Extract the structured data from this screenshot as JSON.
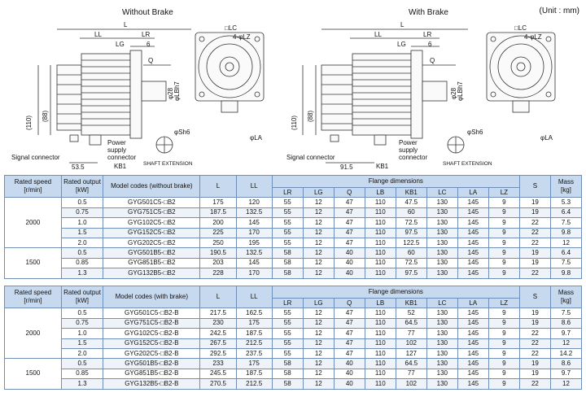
{
  "unit_note": "(Unit : mm)",
  "drawings": {
    "left_title": "Without Brake",
    "right_title": "With Brake",
    "labels": {
      "L": "L",
      "LL": "LL",
      "LR": "LR",
      "LG": "LG",
      "six": "6",
      "Q": "Q",
      "KB1": "KB1",
      "LC": "□LC",
      "LZ": "4-φLZ",
      "S": "φS",
      "LB": "φLBh7",
      "LA": "φLA",
      "S_shaft": "φSh6",
      "h110": "(110)",
      "h88": "(88)",
      "signal": "Signal connector",
      "power": [
        "Power",
        "supply",
        "connector"
      ],
      "shaft_ext": "SHAFT EXTENSION",
      "dim_left": "53.5",
      "dim_right": "91.5",
      "d28": "φ28"
    }
  },
  "table1": {
    "headers": {
      "rated_speed": [
        "Rated speed",
        "[r/min]"
      ],
      "rated_output": [
        "Rated output",
        "[kW]"
      ],
      "model": "Model codes (without brake)",
      "L": "L",
      "LL": "LL",
      "flange": "Flange dimensions",
      "S": "S",
      "mass": [
        "Mass",
        "[kg]"
      ],
      "flange_cols": [
        "LR",
        "LG",
        "Q",
        "LB",
        "KB1",
        "LC",
        "LA",
        "LZ"
      ]
    },
    "groups": [
      {
        "speed": "2000",
        "rows": [
          [
            "0.5",
            "GYG501C5-□B2",
            "175",
            "120",
            "55",
            "12",
            "47",
            "110",
            "47.5",
            "130",
            "145",
            "9",
            "19",
            "5.3"
          ],
          [
            "0.75",
            "GYG751C5-□B2",
            "187.5",
            "132.5",
            "55",
            "12",
            "47",
            "110",
            "60",
            "130",
            "145",
            "9",
            "19",
            "6.4"
          ],
          [
            "1.0",
            "GYG102C5-□B2",
            "200",
            "145",
            "55",
            "12",
            "47",
            "110",
            "72.5",
            "130",
            "145",
            "9",
            "22",
            "7.5"
          ],
          [
            "1.5",
            "GYG152C5-□B2",
            "225",
            "170",
            "55",
            "12",
            "47",
            "110",
            "97.5",
            "130",
            "145",
            "9",
            "22",
            "9.8"
          ],
          [
            "2.0",
            "GYG202C5-□B2",
            "250",
            "195",
            "55",
            "12",
            "47",
            "110",
            "122.5",
            "130",
            "145",
            "9",
            "22",
            "12"
          ]
        ]
      },
      {
        "speed": "1500",
        "rows": [
          [
            "0.5",
            "GYG501B5-□B2",
            "190.5",
            "132.5",
            "58",
            "12",
            "40",
            "110",
            "60",
            "130",
            "145",
            "9",
            "19",
            "6.4"
          ],
          [
            "0.85",
            "GYG851B5-□B2",
            "203",
            "145",
            "58",
            "12",
            "40",
            "110",
            "72.5",
            "130",
            "145",
            "9",
            "19",
            "7.5"
          ],
          [
            "1.3",
            "GYG132B5-□B2",
            "228",
            "170",
            "58",
            "12",
            "40",
            "110",
            "97.5",
            "130",
            "145",
            "9",
            "22",
            "9.8"
          ]
        ]
      }
    ]
  },
  "table2": {
    "headers": {
      "rated_speed": [
        "Rated speed",
        "[r/min]"
      ],
      "rated_output": [
        "Rated output",
        "[kW]"
      ],
      "model": "Model codes (with brake)",
      "L": "L",
      "LL": "LL",
      "flange": "Flange dimensions",
      "S": "S",
      "mass": [
        "Mass",
        "[kg]"
      ],
      "flange_cols": [
        "LR",
        "LG",
        "Q",
        "LB",
        "KB1",
        "LC",
        "LA",
        "LZ"
      ]
    },
    "groups": [
      {
        "speed": "2000",
        "rows": [
          [
            "0.5",
            "GYG501C5-□B2-B",
            "217.5",
            "162.5",
            "55",
            "12",
            "47",
            "110",
            "52",
            "130",
            "145",
            "9",
            "19",
            "7.5"
          ],
          [
            "0.75",
            "GYG751C5-□B2-B",
            "230",
            "175",
            "55",
            "12",
            "47",
            "110",
            "64.5",
            "130",
            "145",
            "9",
            "19",
            "8.6"
          ],
          [
            "1.0",
            "GYG102C5-□B2-B",
            "242.5",
            "187.5",
            "55",
            "12",
            "47",
            "110",
            "77",
            "130",
            "145",
            "9",
            "22",
            "9.7"
          ],
          [
            "1.5",
            "GYG152C5-□B2-B",
            "267.5",
            "212.5",
            "55",
            "12",
            "47",
            "110",
            "102",
            "130",
            "145",
            "9",
            "22",
            "12"
          ],
          [
            "2.0",
            "GYG202C5-□B2-B",
            "292.5",
            "237.5",
            "55",
            "12",
            "47",
            "110",
            "127",
            "130",
            "145",
            "9",
            "22",
            "14.2"
          ]
        ]
      },
      {
        "speed": "1500",
        "rows": [
          [
            "0.5",
            "GYG501B5-□B2-B",
            "233",
            "175",
            "58",
            "12",
            "40",
            "110",
            "64.5",
            "130",
            "145",
            "9",
            "19",
            "8.6"
          ],
          [
            "0.85",
            "GYG851B5-□B2-B",
            "245.5",
            "187.5",
            "58",
            "12",
            "40",
            "110",
            "77",
            "130",
            "145",
            "9",
            "19",
            "9.7"
          ],
          [
            "1.3",
            "GYG132B5-□B2-B",
            "270.5",
            "212.5",
            "58",
            "12",
            "40",
            "110",
            "102",
            "130",
            "145",
            "9",
            "22",
            "12"
          ]
        ]
      }
    ]
  }
}
